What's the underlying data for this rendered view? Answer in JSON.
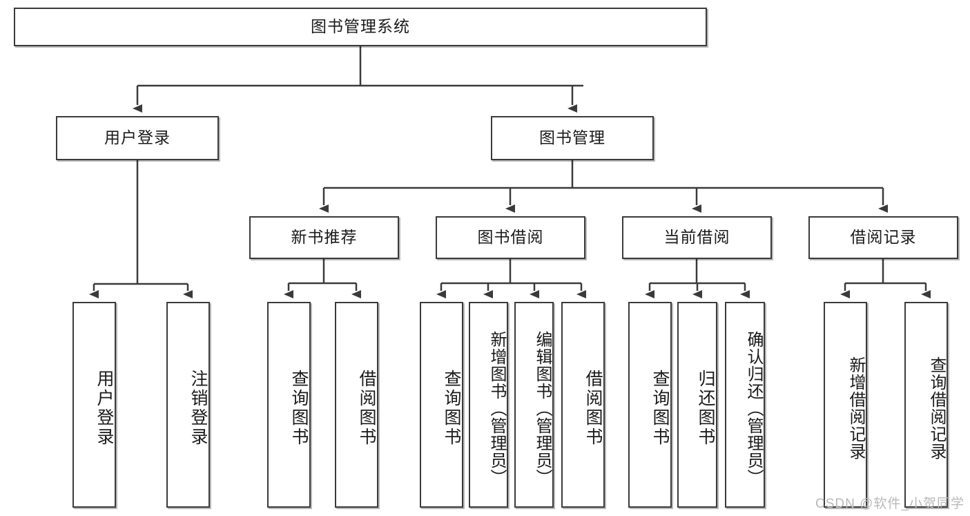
{
  "diagram": {
    "type": "tree",
    "title": "图书管理系统",
    "orientation": "top-down",
    "line_color": "#3a3a3a",
    "box_fill": "#ffffff",
    "text_color": "#1a1a1a"
  },
  "root": {
    "label": "图书管理系统"
  },
  "level2": [
    {
      "label": "用户登录"
    },
    {
      "label": "图书管理"
    }
  ],
  "level3": [
    {
      "label": "新书推荐"
    },
    {
      "label": "图书借阅"
    },
    {
      "label": "当前借阅"
    },
    {
      "label": "借阅记录"
    }
  ],
  "leaves": {
    "user_login": [
      {
        "label": "用户登录"
      },
      {
        "label": "注销登录"
      }
    ],
    "new_book": [
      {
        "label": "查询图书"
      },
      {
        "label": "借阅图书"
      }
    ],
    "book_borrow": [
      {
        "label": "查询图书"
      },
      {
        "label": "新增图书（管理员）"
      },
      {
        "label": "编辑图书（管理员）"
      },
      {
        "label": "借阅图书"
      }
    ],
    "current_borrow": [
      {
        "label": "查询图书"
      },
      {
        "label": "归还图书"
      },
      {
        "label": "确认归还（管理员）"
      }
    ],
    "borrow_record": [
      {
        "label": "新增借阅记录"
      },
      {
        "label": "查询借阅记录"
      }
    ]
  },
  "watermark": {
    "text": "CSDN @软件_小贺同学"
  }
}
